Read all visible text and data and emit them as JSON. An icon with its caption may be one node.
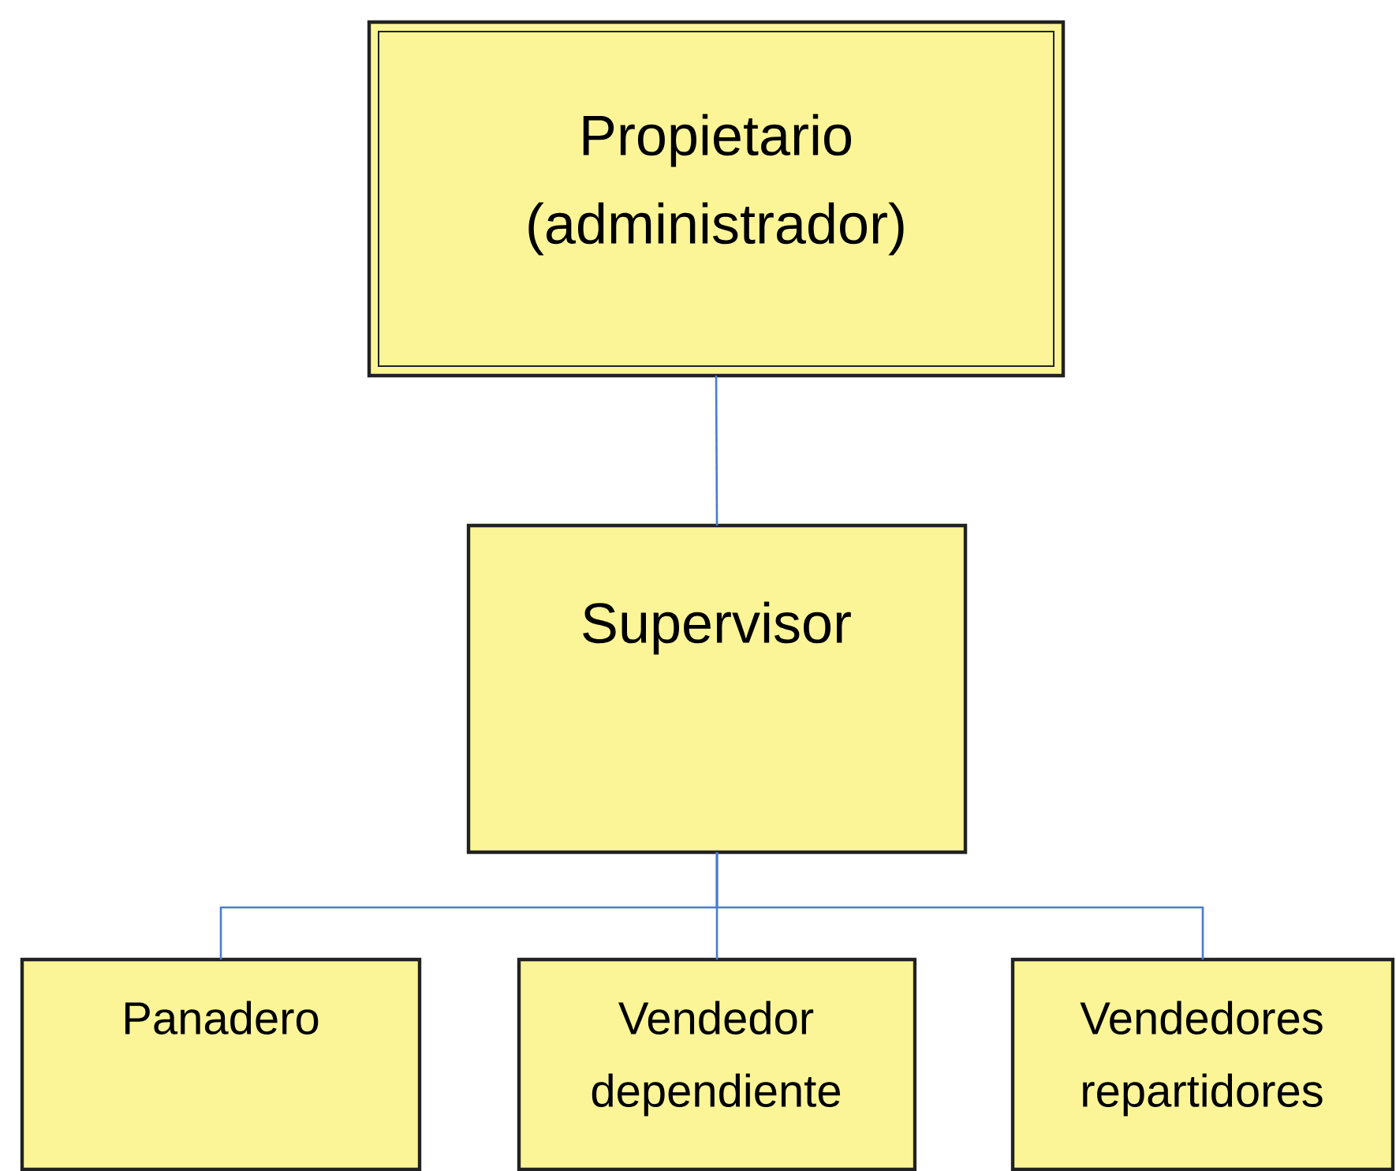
{
  "diagram": {
    "nodes": [
      {
        "text": [
          "Propietario (administrador)"
        ]
      },
      {
        "text": [
          "Supervisor"
        ]
      },
      {
        "text": [
          "Panadero"
        ]
      },
      {
        "text": [
          "Vendedor dependiente"
        ]
      },
      {
        "text": [
          "Vendedores repartidores"
        ]
      }
    ],
    "edges": [
      {
        "from": 0,
        "to": 1,
        "arrow": "none"
      },
      {
        "from": 1,
        "to": 2,
        "arrow": "none"
      },
      {
        "from": 1,
        "to": 3,
        "arrow": "none"
      },
      {
        "from": 1,
        "to": 4,
        "arrow": "none"
      }
    ]
  }
}
